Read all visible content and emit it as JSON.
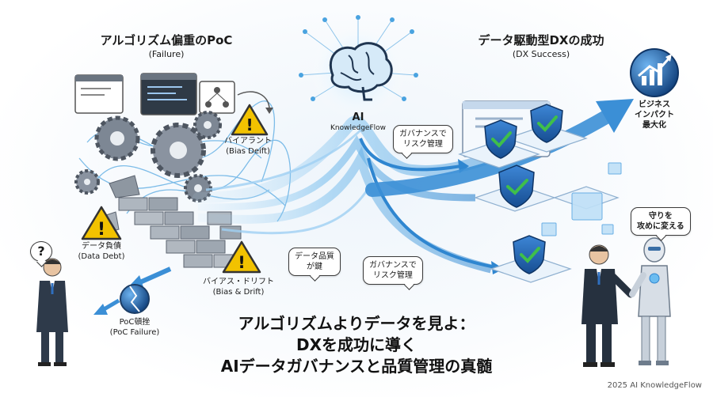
{
  "left_panel": {
    "title": "アルゴリズム偏重のPoC",
    "subtitle": "(Failure)",
    "labels": {
      "bias_drift_jp": "バイアラント",
      "bias_drift_en": "(Bias Deift)",
      "data_debt_jp": "データ負債",
      "data_debt_en": "(Data Debt)",
      "bias_drift2_jp": "バイアス・ドリフト",
      "bias_drift2_en": "(Bias & Drift)",
      "poc_failure_jp": "PoC頓挫",
      "poc_failure_en": "(PoC Failure)"
    },
    "person_bubble": "?"
  },
  "center": {
    "brand_line1": "AI",
    "brand_line2": "KnowledgeFlow",
    "bubble_governance_top": [
      "ガバナンスで",
      "リスク管理"
    ],
    "bubble_quality": [
      "データ品質",
      "が鍵"
    ],
    "bubble_governance_bottom": [
      "ガバナンスで",
      "リスク管理"
    ]
  },
  "right_panel": {
    "title": "データ駆動型DXの成功",
    "subtitle": "(DX Success)",
    "business_label": [
      "ビジネス",
      "インパクト",
      "最大化"
    ],
    "robot_bubble": [
      "守りを",
      "攻めに変える"
    ]
  },
  "main_title": {
    "line1": "アルゴリズムよりデータを見よ：",
    "line2": "DXを成功に導く",
    "line3": "AIデータガバナンスと品質管理の真髄"
  },
  "footer": "2025 AI KnowledgeFlow",
  "colors": {
    "flow_blue": "#4aa3e0",
    "flow_light": "#bfe0f7",
    "shield_blue": "#1f5fa8",
    "check_green": "#3fbf4a",
    "warning_yellow": "#f2c200",
    "gear_gray": "#7d8794",
    "arrow_blue": "#3b8fd6"
  },
  "icons": [
    "brain-icon",
    "warning-icon",
    "gear-icon",
    "shield-check-icon",
    "growth-chart-icon",
    "question-icon",
    "broken-circle-icon",
    "robot-icon"
  ]
}
